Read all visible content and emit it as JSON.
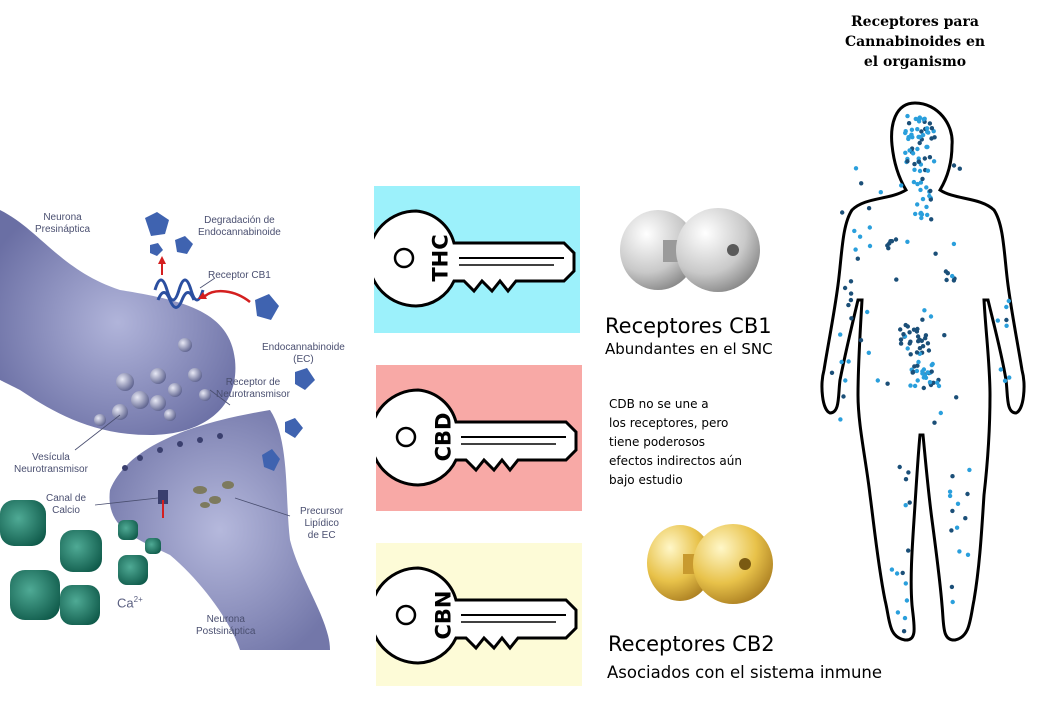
{
  "synapse": {
    "labels": {
      "presynaptic": "Neurona\nPresináptica",
      "degradation": "Degradación de\nEndocannabinoide",
      "cb1_receptor": "Receptor CB1",
      "endocannabinoid": "Endocannabinoide\n(EC)",
      "neurotransmitter_receptor": "Receptor de\nNeurotransmisor",
      "vesicle": "Vesícula\nNeurotransmisor",
      "calcium_channel": "Canal de\nCalcio",
      "lipid_precursor": "Precursor\nLipídico\nde EC",
      "calcium": "Ca",
      "calcium_superscript": "2+",
      "postsynaptic": "Neurona\nPostsináptica"
    }
  },
  "keys": [
    {
      "name": "THC",
      "background": "#9cf1fb"
    },
    {
      "name": "CBD",
      "background": "#f8a9a6"
    },
    {
      "name": "CBN",
      "background": "#fdfbd7"
    }
  ],
  "receptors": {
    "cb1": {
      "title": "Receptores CB1",
      "subtitle": "Abundantes en el SNC",
      "lock_color": "#c9c9c9"
    },
    "cbd_note": "CDB no se une a\nlos receptores, pero\ntiene poderosos\nefectos indirectos aún\nbajo estudio",
    "cb2": {
      "title": "Receptores CB2",
      "subtitle": "Asociados con el sistema inmune",
      "lock_color": "#e8c24a"
    }
  },
  "body_map": {
    "title": "Receptores para\nCannabinoides en\nel organismo",
    "dot_colors": {
      "light": "#2a9fdc",
      "dark": "#1b4f78"
    }
  }
}
